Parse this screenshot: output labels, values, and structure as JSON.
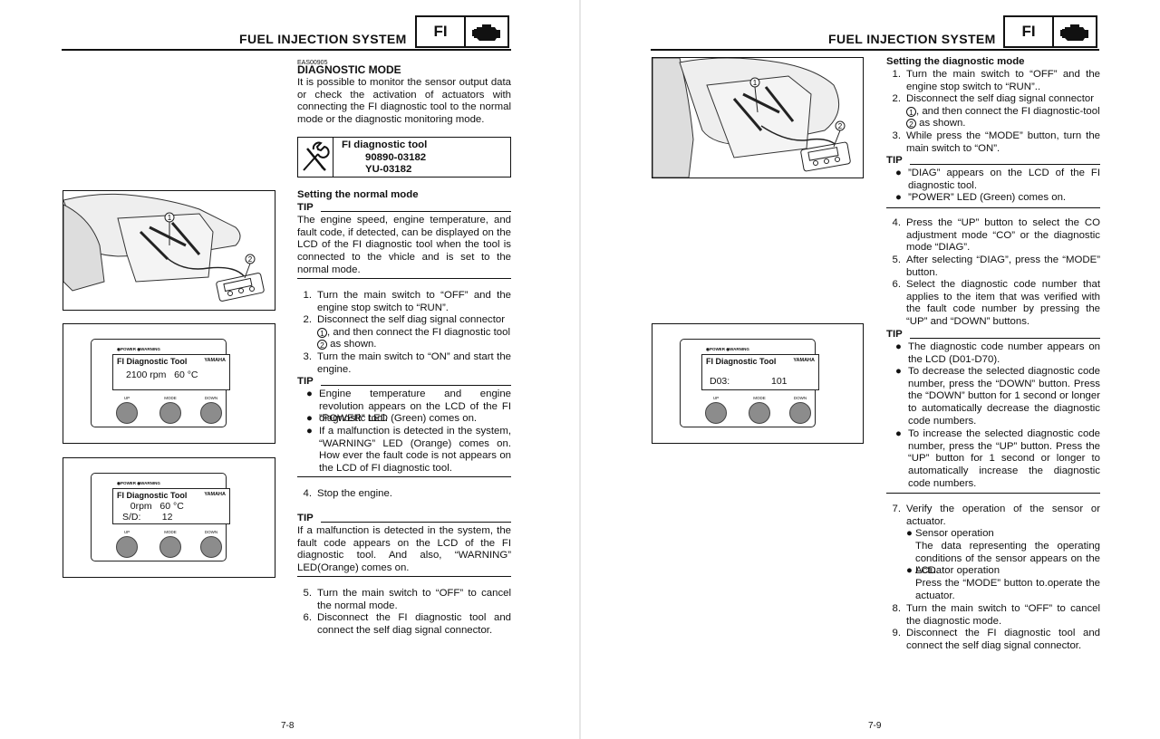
{
  "header": {
    "title": "FUEL INJECTION SYSTEM",
    "fi_label": "FI",
    "engine_icon": "engine-icon"
  },
  "left": {
    "code": "EAS00905",
    "heading": "DIAGNOSTIC MODE",
    "intro": "It is possible to monitor the sensor output data or check the activation of actuators with connecting the FI diagnostic tool to the normal mode or the diagnostic monitoring mode.",
    "tool_name": "FI diagnostic tool",
    "tool_no1": "90890-03182",
    "tool_no2": "YU-03182",
    "tool_icon": "wrench-screwdriver-icon",
    "normal_heading": "Setting the normal mode",
    "tip": "TIP",
    "tip1": "The engine speed, engine temperature, and fault code, if detected, can be displayed on the LCD of the FI diagnostic tool when the tool is connected to the vhicle and is set to the normal mode.",
    "step1": "Turn the main switch to “OFF” and the engine stop switch to “RUN”.",
    "step2_a": "Disconnect the self diag signal connector",
    "step2_b": ", and then connect the FI diagnostic tool",
    "step2_c": "as shown.",
    "step3": "Turn the main switch to “ON” and start the engine.",
    "tip2_b1": "Engine temperature and engine revolution appears on the LCD of the FI diagnostic tool.",
    "tip2_b2": "”POWER” LED (Green) comes on.",
    "tip2_b3": "If a malfunction is detected in the system, “WARNING” LED (Orange) comes on. How ever the fault code is not appears on the LCD of FI diagnostic tool.",
    "step4": "Stop the engine.",
    "tip3": "If a malfunction is detected in the system, the fault code appears on the LCD of the FI diagnostic tool. And also, “WARNING” LED(Orange) comes on.",
    "step5": "Turn the main switch to “OFF” to cancel the normal mode.",
    "step6": "Disconnect the FI diagnostic tool and connect the self diag signal connector.",
    "page_number": "7-8",
    "fig_device1_line1": "2100 rpm   60 °C",
    "fig_device2_line1": "   0rpm   60 °C",
    "fig_device2_line2": "S/D:        12"
  },
  "device": {
    "led_power": "POWER",
    "led_warning": "WARNING",
    "title": "FI Diagnostic Tool",
    "brand": "YAMAHA",
    "btn_up": "UP",
    "btn_mode": "MODE",
    "btn_down": "DOWN"
  },
  "callouts": {
    "c1": "1",
    "c2": "2"
  },
  "right": {
    "heading": "Setting the diagnostic mode",
    "step1": "Turn the main switch to “OFF” and the engine stop switch to “RUN”..",
    "step2_a": "Disconnect the self diag signal connector",
    "step2_b": ", and then connect the FI diagnostic-tool",
    "step2_c": "as shown.",
    "step3": "While press the “MODE” button, turn the main switch to “ON”.",
    "tip": "TIP",
    "tip1_b1": "”DIAG” appears on the LCD of the FI diagnostic tool.",
    "tip1_b2": "”POWER” LED (Green) comes on.",
    "step4": "Press the “UP” button to select the CO adjustment mode “CO” or the diagnostic mode “DIAG”.",
    "step5": "After selecting “DIAG”, press the “MODE” button.",
    "step6": "Select the diagnostic code number that applies to the item that was verified with the fault code number by pressing the “UP” and “DOWN” buttons.",
    "tip2_b1": "The diagnostic code number appears on the LCD (D01-D70).",
    "tip2_b2": "To decrease the selected diagnostic code number, press the “DOWN” button. Press the “DOWN” button for 1 second or longer to automatically decrease the diagnostic code numbers.",
    "tip2_b3": "To increase the selected diagnostic code number, press the “UP” button. Press the “UP” button for 1 second or longer to automatically increase the diagnostic code numbers.",
    "step7": "Verify the operation of the sensor or actuator.",
    "sub1_title": "Sensor operation",
    "sub1_body": "The data representing the operating conditions of the sensor appears on the LCD.",
    "sub2_title": "Actuator operation",
    "sub2_body": "Press the “MODE” button to.operate the actuator.",
    "step8": "Turn the main switch to “OFF” to cancel the diagnostic mode.",
    "step9": "Disconnect the FI diagnostic tool and connect the self diag signal connector.",
    "page_number": "7-9",
    "fig_device_code": "D03:",
    "fig_device_value": "101"
  }
}
